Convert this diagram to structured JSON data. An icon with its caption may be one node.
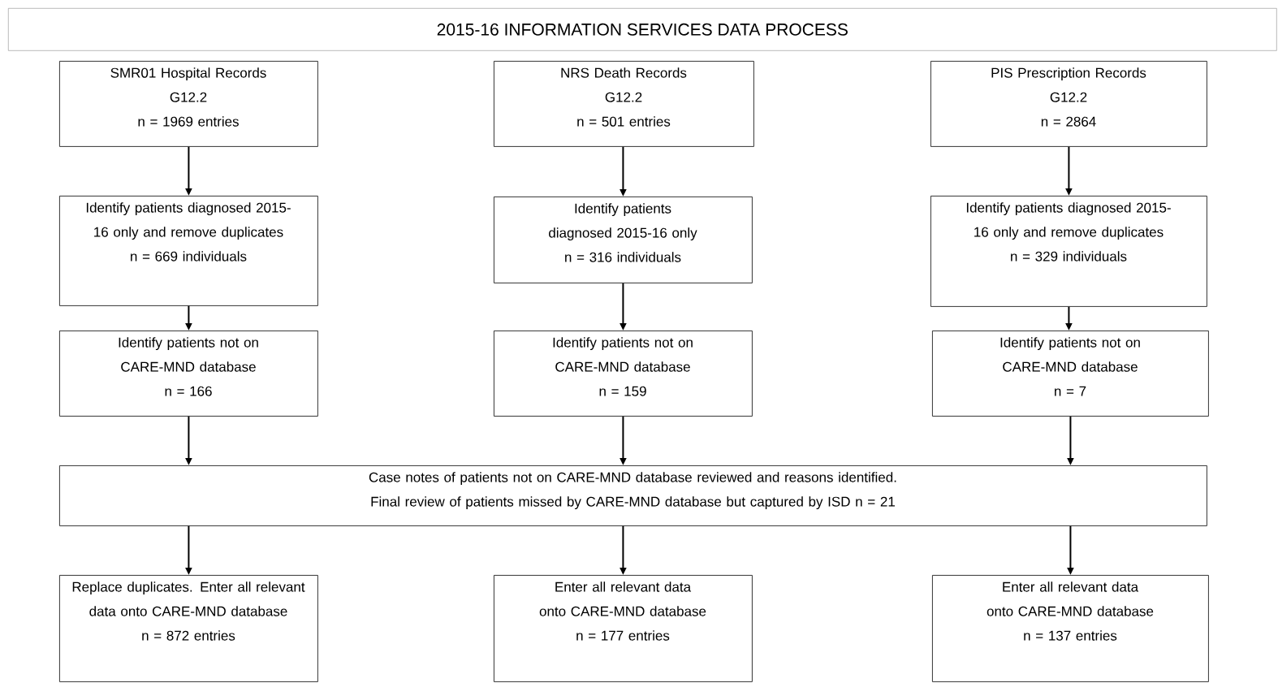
{
  "diagram": {
    "title": "2015-16 INFORMATION SERVICES DATA PROCESS",
    "nodes": [
      {
        "text": [
          "SMR01 Hospital Records",
          "G12.2",
          "n = 1969 entries"
        ]
      },
      {
        "text": [
          "NRS Death Records",
          "G12.2",
          "n = 501 entries"
        ]
      },
      {
        "text": [
          "PIS Prescription Records",
          "G12.2",
          "n = 2864"
        ]
      },
      {
        "text": [
          "Identify patients diagnosed 2015-16 only and remove duplicates",
          "n = 669 individuals"
        ]
      },
      {
        "text": [
          "Identify patients diagnosed 2015-16 only",
          "n = 316 individuals"
        ]
      },
      {
        "text": [
          "Identify patients diagnosed 2015-16 only and remove duplicates",
          "n = 329 individuals"
        ]
      },
      {
        "text": [
          "Identify patients not on CARE-MND database",
          "n = 166"
        ]
      },
      {
        "text": [
          "Identify patients not on CARE-MND database",
          "n = 159"
        ]
      },
      {
        "text": [
          "Identify patients not on CARE-MND database",
          "n = 7"
        ]
      },
      {
        "text": [
          "Case notes of patients not on CARE-MND database reviewed and reasons identified.",
          "Final review of patients missed by CARE-MND database but captured by ISD n = 21"
        ]
      },
      {
        "text": [
          "Replace duplicates.  Enter all relevant data onto CARE-MND database",
          "n = 872 entries"
        ]
      },
      {
        "text": [
          "Enter all relevant data onto CARE-MND database",
          "n = 177 entries"
        ]
      },
      {
        "text": [
          "Enter all relevant data onto CARE-MND database",
          "n = 137 entries"
        ]
      }
    ],
    "edges": [
      {
        "from": 0,
        "to": 3,
        "arrow": "to"
      },
      {
        "from": 3,
        "to": 6,
        "arrow": "to"
      },
      {
        "from": 6,
        "to": 9,
        "arrow": "to"
      },
      {
        "from": 1,
        "to": 4,
        "arrow": "to"
      },
      {
        "from": 4,
        "to": 7,
        "arrow": "to"
      },
      {
        "from": 7,
        "to": 9,
        "arrow": "to"
      },
      {
        "from": 2,
        "to": 5,
        "arrow": "to"
      },
      {
        "from": 5,
        "to": 8,
        "arrow": "to"
      },
      {
        "from": 8,
        "to": 9,
        "arrow": "to"
      },
      {
        "from": 9,
        "to": 10,
        "arrow": "to"
      },
      {
        "from": 9,
        "to": 11,
        "arrow": "to"
      },
      {
        "from": 9,
        "to": 12,
        "arrow": "to"
      }
    ]
  }
}
